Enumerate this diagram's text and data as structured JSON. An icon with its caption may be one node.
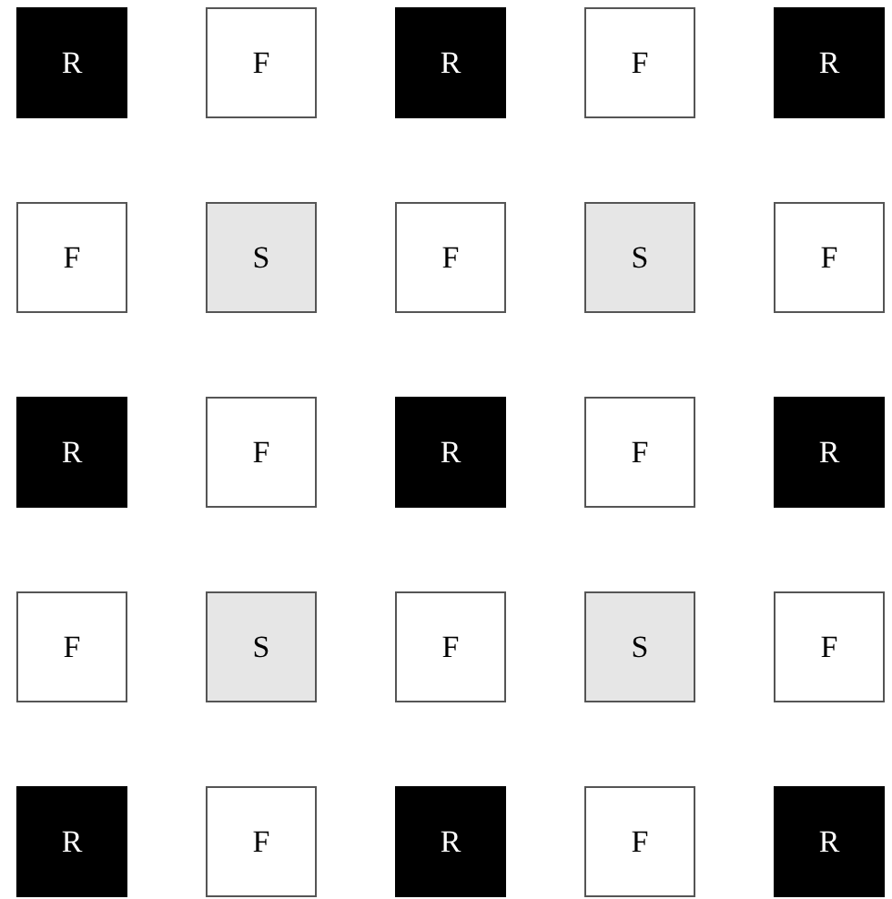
{
  "diagram": {
    "nodes": [
      {
        "text": [
          "R"
        ]
      },
      {
        "text": [
          "F"
        ]
      },
      {
        "text": [
          "R"
        ]
      },
      {
        "text": [
          "F"
        ]
      },
      {
        "text": [
          "R"
        ]
      },
      {
        "text": [
          "F"
        ]
      },
      {
        "text": [
          "S"
        ]
      },
      {
        "text": [
          "F"
        ]
      },
      {
        "text": [
          "S"
        ]
      },
      {
        "text": [
          "F"
        ]
      },
      {
        "text": [
          "R"
        ]
      },
      {
        "text": [
          "F"
        ]
      },
      {
        "text": [
          "R"
        ]
      },
      {
        "text": [
          "F"
        ]
      },
      {
        "text": [
          "R"
        ]
      },
      {
        "text": [
          "F"
        ]
      },
      {
        "text": [
          "S"
        ]
      },
      {
        "text": [
          "F"
        ]
      },
      {
        "text": [
          "S"
        ]
      },
      {
        "text": [
          "F"
        ]
      },
      {
        "text": [
          "R"
        ]
      },
      {
        "text": [
          "F"
        ]
      },
      {
        "text": [
          "R"
        ]
      },
      {
        "text": [
          "F"
        ]
      },
      {
        "text": [
          "R"
        ]
      }
    ]
  }
}
